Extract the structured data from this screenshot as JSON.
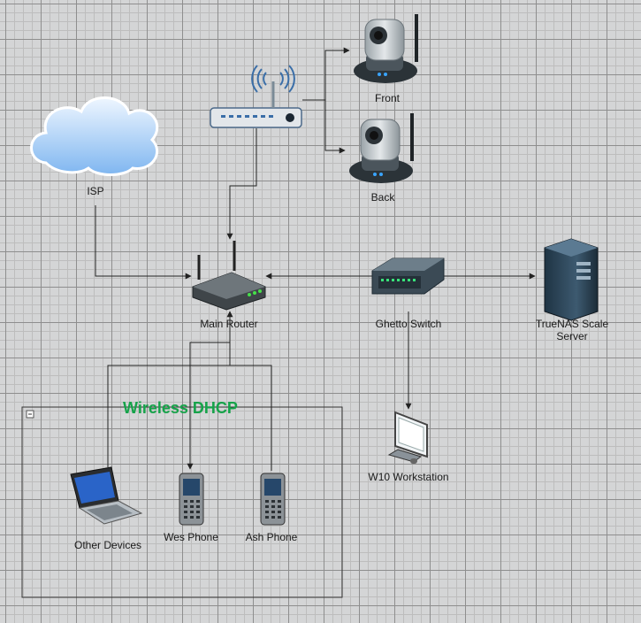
{
  "diagram": {
    "group": {
      "title": "Wireless DHCP",
      "title_color": "#16a34a"
    },
    "nodes": {
      "isp": {
        "label": "ISP",
        "icon": "cloud-icon"
      },
      "access_point": {
        "label": "",
        "icon": "wireless-access-point-icon"
      },
      "front_camera": {
        "label": "Front",
        "icon": "ip-camera-icon"
      },
      "back_camera": {
        "label": "Back",
        "icon": "ip-camera-icon"
      },
      "main_router": {
        "label": "Main Router",
        "icon": "wireless-router-icon"
      },
      "switch": {
        "label": "Ghetto Switch",
        "icon": "network-switch-icon"
      },
      "nas": {
        "label_line1": "TrueNAS Scale",
        "label_line2": "Server",
        "icon": "server-tower-icon"
      },
      "workstation": {
        "label": "W10 Workstation",
        "icon": "monitor-icon"
      },
      "laptop": {
        "label": "Other Devices",
        "icon": "laptop-icon"
      },
      "wes_phone": {
        "label": "Wes Phone",
        "icon": "mobile-phone-icon"
      },
      "ash_phone": {
        "label": "Ash Phone",
        "icon": "mobile-phone-icon"
      }
    },
    "colors": {
      "edge": "#222222",
      "group_border": "#333333"
    }
  }
}
